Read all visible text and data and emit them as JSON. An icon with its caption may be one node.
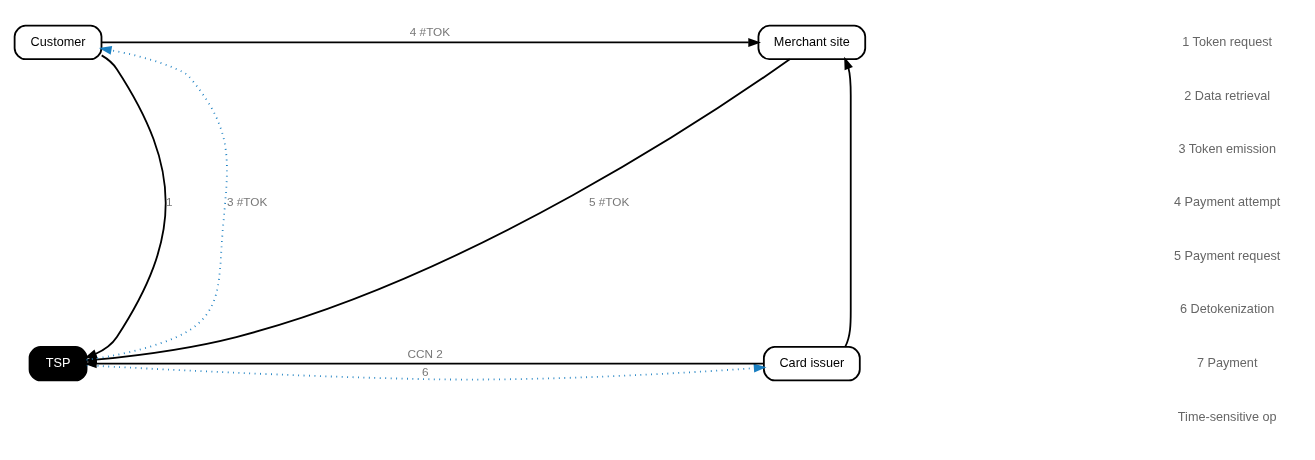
{
  "diagram": {
    "nodes": [
      {
        "text": [
          "Customer"
        ]
      },
      {
        "text": [
          "Merchant site"
        ]
      },
      {
        "text": [
          "TSP"
        ]
      },
      {
        "text": [
          "Card issuer"
        ]
      }
    ],
    "edges": [
      {
        "from": 0,
        "to": 2,
        "arrow": "to",
        "label": "1"
      },
      {
        "from": 3,
        "to": 2,
        "arrow": "to",
        "label": "CCN 2"
      },
      {
        "from": 2,
        "to": 0,
        "arrow": "to",
        "label": "3 #TOK",
        "style": "dashed",
        "color": "#1a7fc1"
      },
      {
        "from": 0,
        "to": 1,
        "arrow": "to",
        "label": "4 #TOK"
      },
      {
        "from": 1,
        "to": 2,
        "arrow": "to",
        "label": "5 #TOK"
      },
      {
        "from": 2,
        "to": 3,
        "arrow": "to",
        "label": "6",
        "style": "dashed",
        "color": "#1a7fc1"
      },
      {
        "from": 3,
        "to": 1,
        "arrow": "to"
      }
    ],
    "legend": [
      {
        "text": "1 Token request"
      },
      {
        "text": "2 Data retrieval"
      },
      {
        "text": "3 Token emission"
      },
      {
        "text": "4 Payment attempt"
      },
      {
        "text": "5 Payment request"
      },
      {
        "text": "6 Detokenization"
      },
      {
        "text": "7 Payment"
      },
      {
        "text": "Time-sensitive op"
      }
    ]
  }
}
